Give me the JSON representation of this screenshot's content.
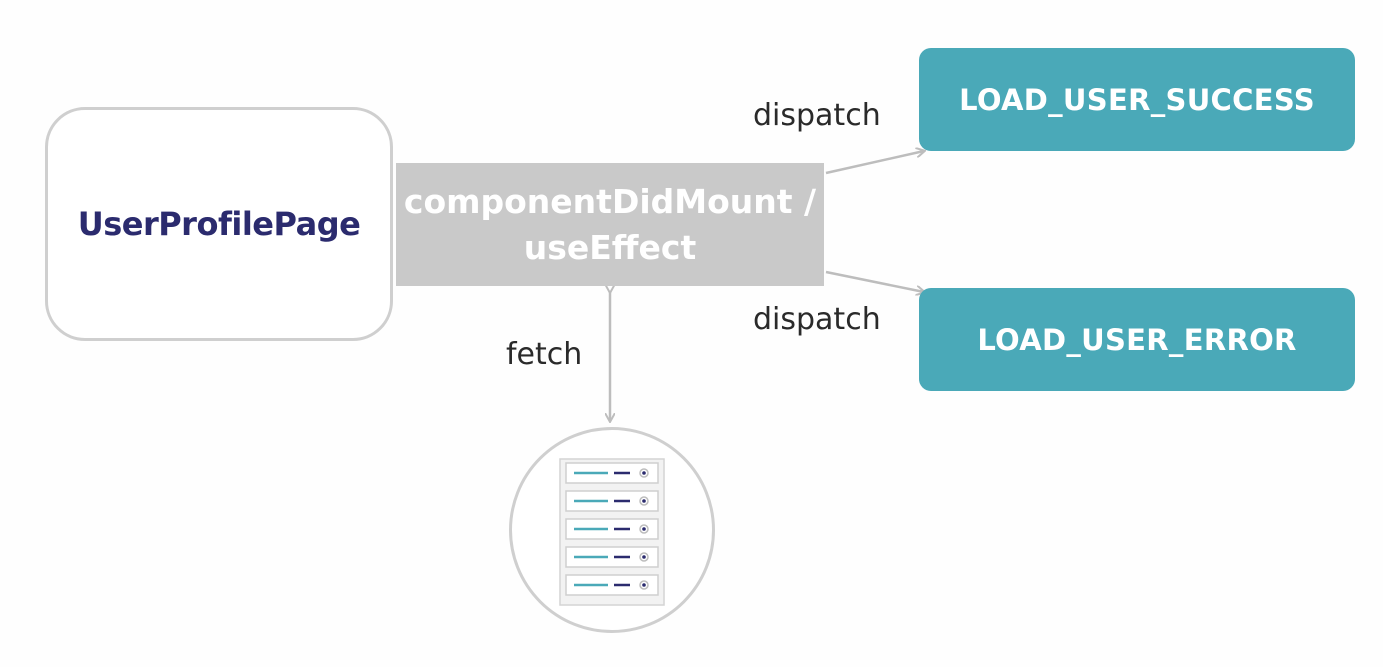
{
  "nodes": {
    "component": {
      "label": "UserProfilePage"
    },
    "lifecycle": {
      "line1": "componentDidMount /",
      "line2": "useEffect"
    },
    "success": {
      "label": "LOAD_USER_SUCCESS"
    },
    "error": {
      "label": "LOAD_USER_ERROR"
    },
    "server": {
      "icon": "server-rack-icon",
      "unit_count": 5
    }
  },
  "edges": {
    "dispatch_success": {
      "label": "dispatch"
    },
    "dispatch_error": {
      "label": "dispatch"
    },
    "fetch": {
      "label": "fetch"
    }
  },
  "colors": {
    "component_text": "#2b2b6e",
    "lifecycle_fill": "#c9c9c9",
    "action_fill": "#4aa9b8",
    "arrow": "#bdbdbd",
    "rack_blue": "#2b2b6e",
    "rack_teal": "#4aa9b8"
  }
}
